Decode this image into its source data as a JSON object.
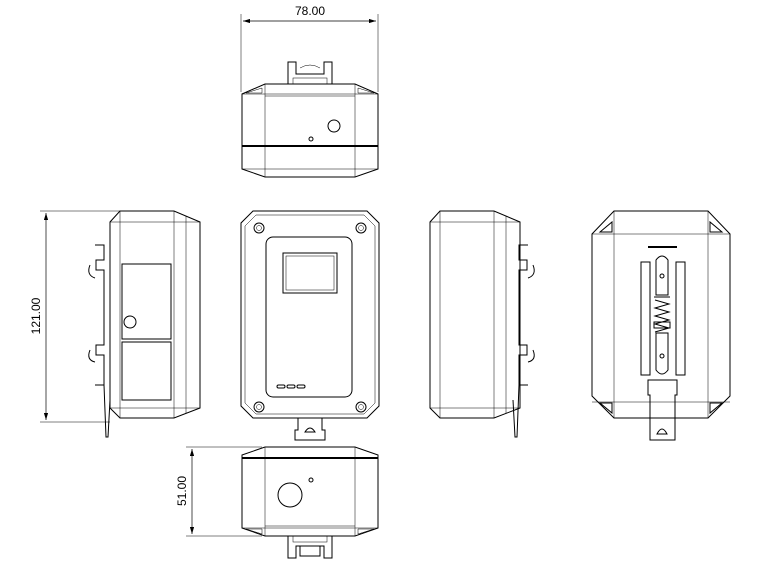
{
  "drawing": {
    "dimensions": {
      "width": "78.00",
      "height": "121.00",
      "depth": "51.00"
    },
    "views": [
      "top-view",
      "left-side-view",
      "front-view",
      "right-side-view",
      "back-view",
      "bottom-view"
    ]
  }
}
